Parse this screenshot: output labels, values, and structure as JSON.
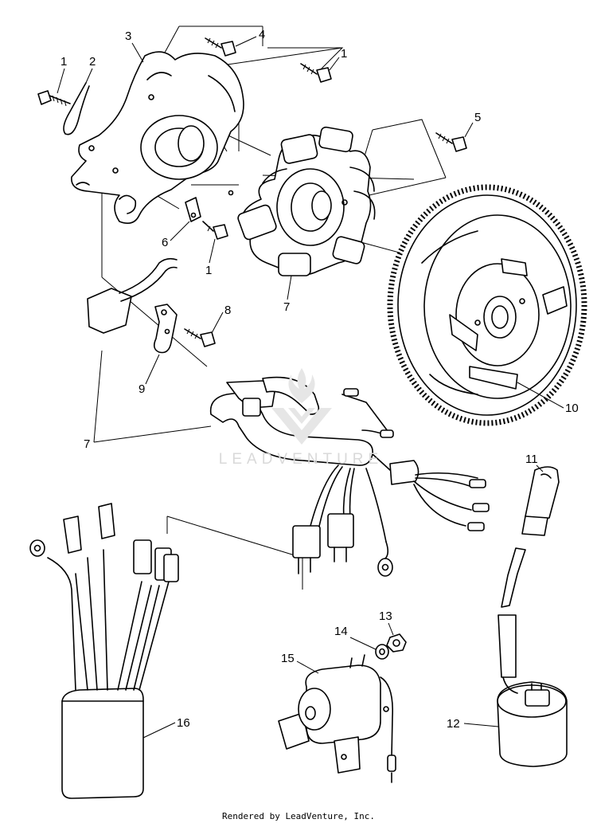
{
  "callouts": {
    "c1a": "1",
    "c2": "2",
    "c3": "3",
    "c4": "4",
    "c1b": "1",
    "c5": "5",
    "c6": "6",
    "c1c": "1",
    "c7a": "7",
    "c8": "8",
    "c9": "9",
    "c10": "10",
    "c7b": "7",
    "c11": "11",
    "c13": "13",
    "c14": "14",
    "c15": "15",
    "c16": "16",
    "c12": "12"
  },
  "watermark": "LEADVENTURE",
  "footer": "Rendered by LeadVenture, Inc."
}
